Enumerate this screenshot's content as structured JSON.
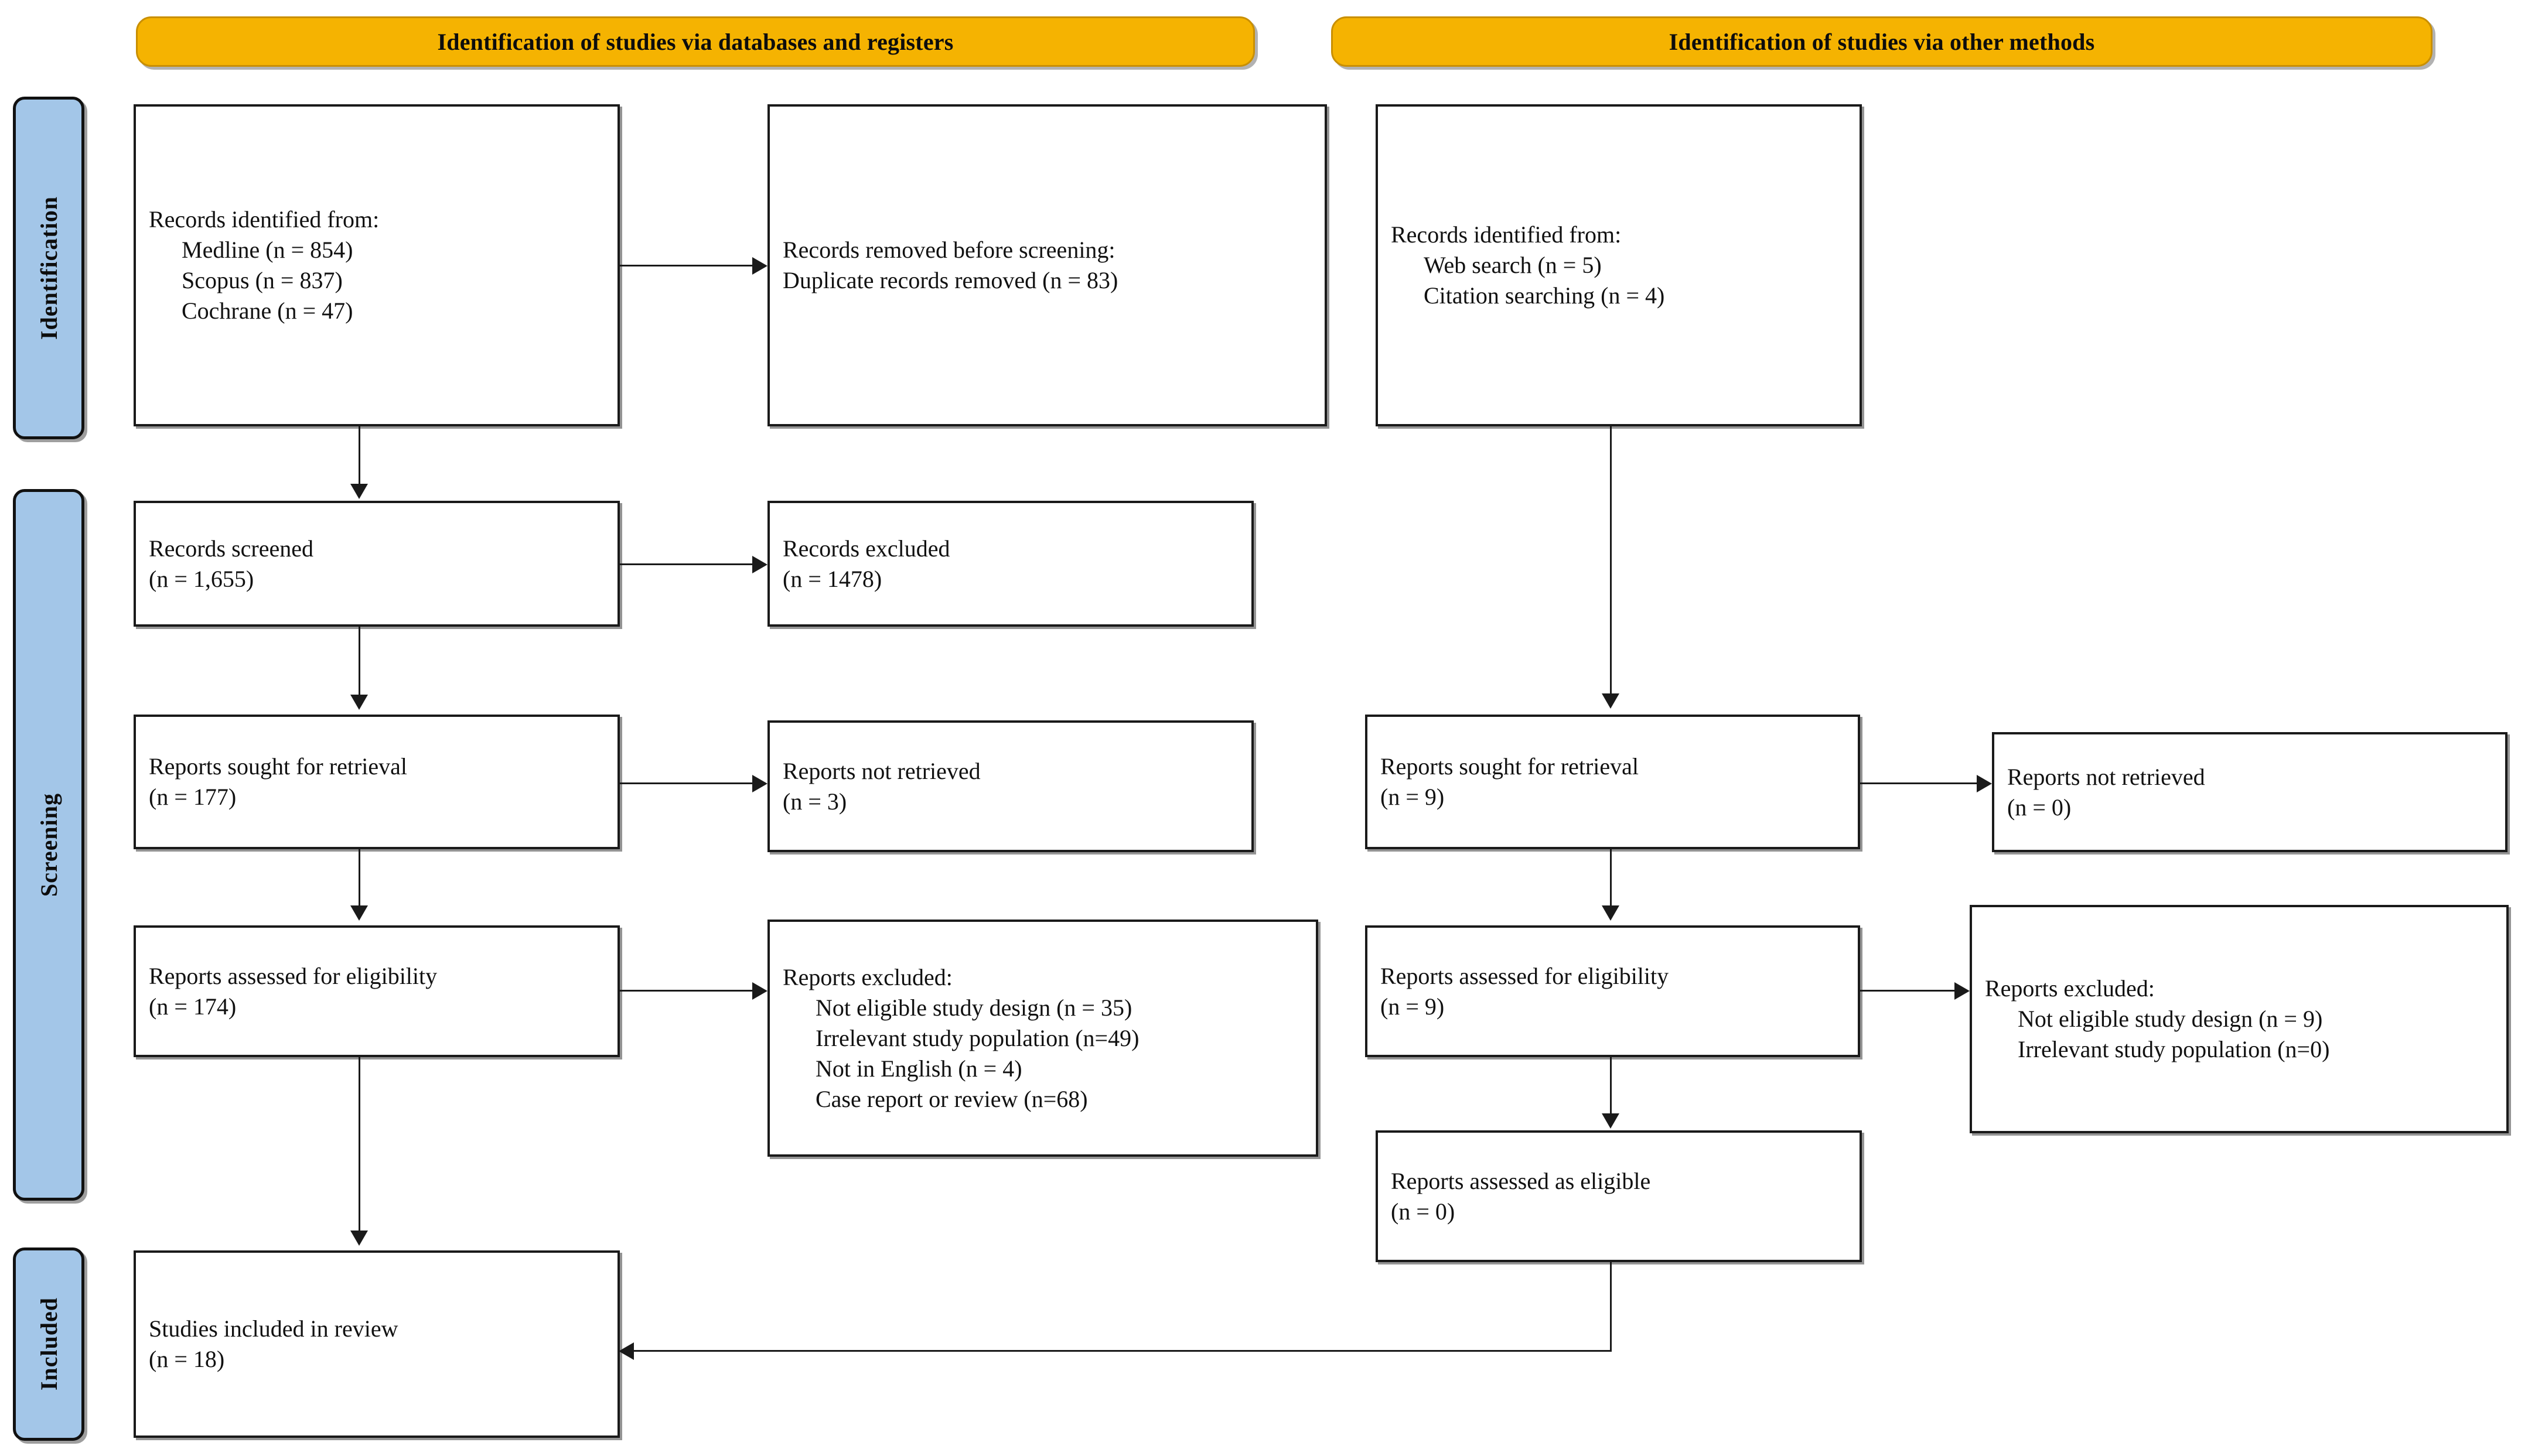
{
  "diagram": {
    "type": "PRISMA 2020 flow diagram",
    "colors": {
      "banner_fill": "#f5b301",
      "banner_border": "#c98f00",
      "stage_tab_fill": "#a3c6e8",
      "box_border": "#1a1a1a",
      "text": "#111111",
      "background": "#ffffff"
    }
  },
  "banners": {
    "databases": "Identification of studies via databases and registers",
    "other_methods": "Identification of studies via other methods"
  },
  "stage_tabs": {
    "identification": "Identification",
    "screening": "Screening",
    "included": "Included"
  },
  "left_column": {
    "records_identified": {
      "title": "Records identified from:",
      "sources": [
        "Medline (n = 854)",
        "Scopus (n = 837)",
        "Cochrane (n = 47)"
      ]
    },
    "records_removed": {
      "title": "Records removed before screening:",
      "detail": "Duplicate records removed (n = 83)"
    },
    "records_screened": {
      "title": "Records screened",
      "count": "(n = 1,655)"
    },
    "records_excluded": {
      "title": "Records excluded",
      "count": "(n = 1478)"
    },
    "reports_sought": {
      "title": "Reports sought for retrieval",
      "count": "(n = 177)"
    },
    "reports_not_retrieved": {
      "title": "Reports not retrieved",
      "count": "(n = 3)"
    },
    "reports_assessed": {
      "title": "Reports assessed for eligibility",
      "count": "(n = 174)"
    },
    "reports_excluded": {
      "title": "Reports excluded:",
      "reasons": [
        "Not eligible study design (n = 35)",
        "Irrelevant study population (n=49)",
        "Not in English (n = 4)",
        "Case report or review (n=68)"
      ]
    },
    "studies_included": {
      "title": "Studies included in review",
      "count": "(n = 18)"
    }
  },
  "right_column": {
    "records_identified": {
      "title": "Records identified from:",
      "sources": [
        "Web search (n = 5)",
        "Citation searching (n = 4)"
      ]
    },
    "reports_sought": {
      "title": "Reports sought for retrieval",
      "count": "(n = 9)"
    },
    "reports_not_retrieved": {
      "title": "Reports not retrieved",
      "count": "(n = 0)"
    },
    "reports_assessed": {
      "title": "Reports assessed for eligibility",
      "count": "(n = 9)"
    },
    "reports_excluded": {
      "title": "Reports excluded:",
      "reasons": [
        "Not eligible study design (n = 9)",
        "Irrelevant study population (n=0)"
      ]
    },
    "reports_eligible": {
      "title": "Reports assessed as eligible",
      "count": "(n = 0)"
    }
  }
}
